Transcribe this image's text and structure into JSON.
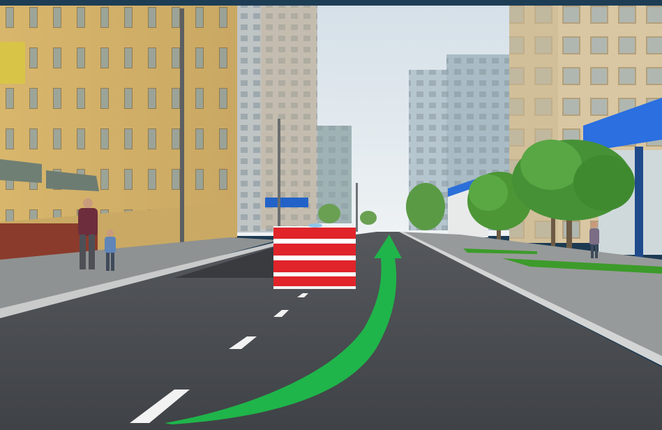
{
  "scene": {
    "kind": "street-scene-illustration",
    "colors": {
      "frame": "#1d3d55",
      "sky": "#dce4ea",
      "asphalt": "#4a4c50",
      "sidewalk": "#8e9190",
      "building_left": "#d9b76e",
      "building_tall": "#b9c4c8",
      "tree": "#4f9a3a",
      "awning_blue": "#1e67d6",
      "arrow": "#1fb54a",
      "barrier_red": "#e0242a",
      "barrier_white": "#f4f4f4"
    },
    "objects": [
      "roadwork-barrier",
      "green-turn-arrow",
      "pedestrian-adult",
      "pedestrian-child",
      "trees",
      "buildings",
      "lane-markings"
    ]
  }
}
